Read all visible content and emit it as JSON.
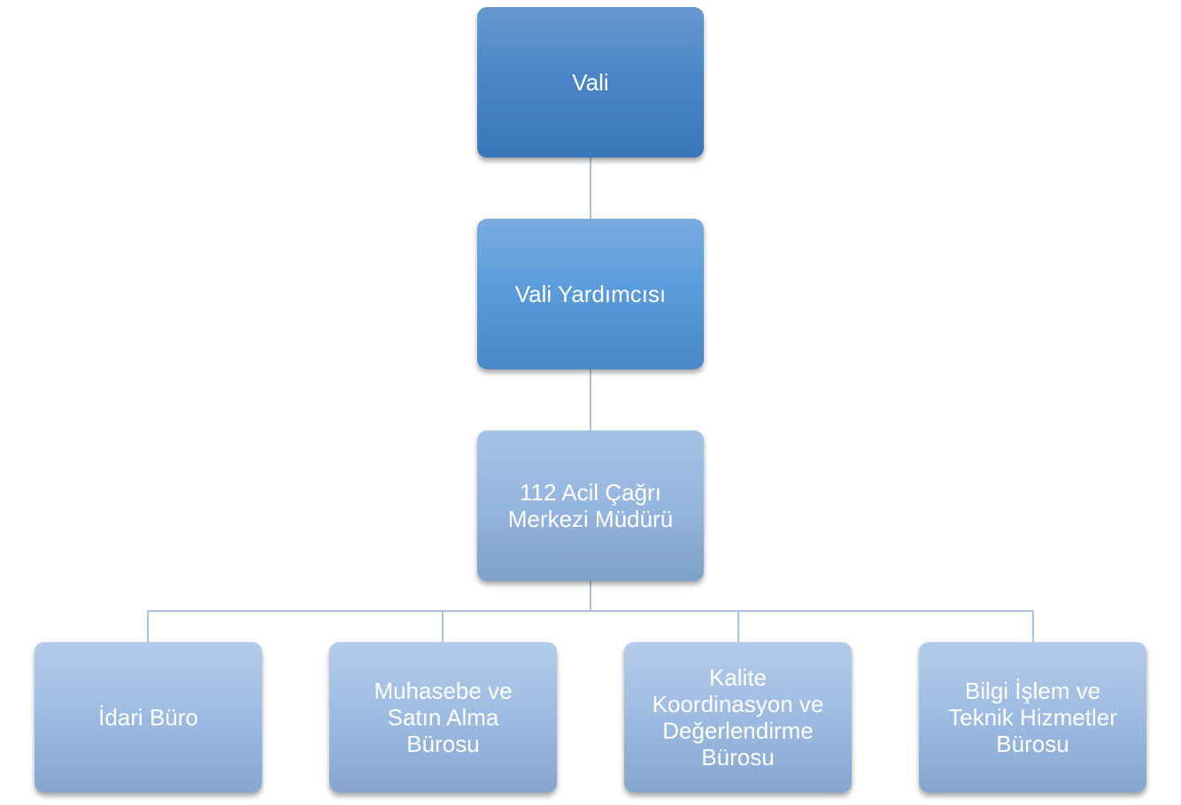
{
  "org_chart": {
    "top": {
      "label": "Vali"
    },
    "deputy": {
      "label": "Vali Yardımcısı"
    },
    "director": {
      "label": "112 Acil Çağrı\nMerkezi Müdürü"
    },
    "units": [
      {
        "label": "İdari Büro"
      },
      {
        "label": "Muhasebe ve\nSatın Alma\nBürosu"
      },
      {
        "label": "Kalite\nKoordinasyon ve\nDeğerlendirme\nBürosu"
      },
      {
        "label": "Bilgi İşlem ve\nTeknik Hizmetler\nBürosu"
      }
    ]
  },
  "colors": {
    "connector": "#a9c4e2",
    "text": "#ffffff"
  }
}
